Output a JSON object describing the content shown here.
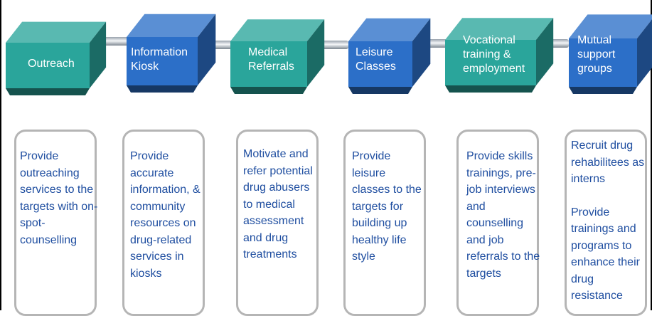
{
  "steps": [
    {
      "label_lines": [
        "Outreach"
      ],
      "color": "#2aa59b",
      "description": [
        "Provide outreaching services to the targets with on-spot-counselling"
      ]
    },
    {
      "label_lines": [
        "Information",
        "Kiosk"
      ],
      "color": "#2c6fc8",
      "description": [
        "Provide accurate information, & community resources on drug-related services in kiosks"
      ]
    },
    {
      "label_lines": [
        "Medical",
        "Referrals"
      ],
      "color": "#2aa59b",
      "description": [
        "Motivate and refer potential drug abusers to medical assessment and drug treatments"
      ]
    },
    {
      "label_lines": [
        "Leisure",
        "Classes"
      ],
      "color": "#2c6fc8",
      "description": [
        "Provide leisure classes to the targets for building up healthy life style"
      ]
    },
    {
      "label_lines": [
        "Vocational",
        "training &",
        "employment"
      ],
      "color": "#2aa59b",
      "description": [
        "Provide skills trainings, pre-job interviews and counselling and job referrals to the targets"
      ]
    },
    {
      "label_lines": [
        "Mutual",
        "support",
        "groups"
      ],
      "color": "#2c6fc8",
      "description": [
        "Recruit drug rehabilitees as interns",
        "Provide trainings and programs to enhance their drug resistance"
      ]
    }
  ]
}
